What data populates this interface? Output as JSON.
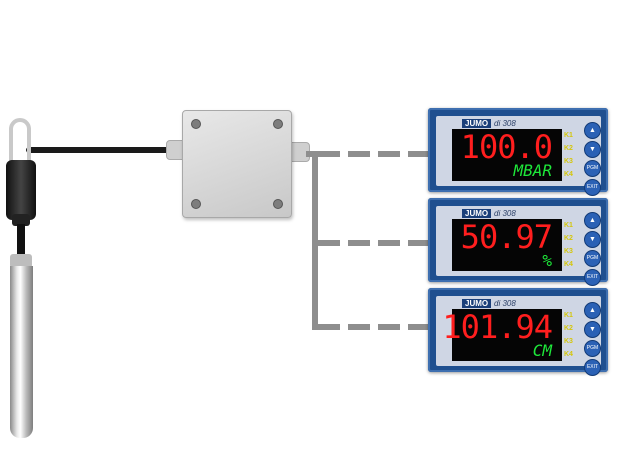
{
  "displays": [
    {
      "brand": "JUMO",
      "model": "di 308",
      "value": "100.0",
      "unit": "MBAR",
      "k_labels": [
        "K1",
        "K2",
        "K3",
        "K4"
      ],
      "button_labels": [
        "▲",
        "▼",
        "PGM",
        "EXIT"
      ]
    },
    {
      "brand": "JUMO",
      "model": "di 308",
      "value": "50.97",
      "unit": "%",
      "k_labels": [
        "K1",
        "K2",
        "K3",
        "K4"
      ],
      "button_labels": [
        "▲",
        "▼",
        "PGM",
        "EXIT"
      ]
    },
    {
      "brand": "JUMO",
      "model": "di 308",
      "value": "101.94",
      "unit": "CM",
      "k_labels": [
        "K1",
        "K2",
        "K3",
        "K4"
      ],
      "button_labels": [
        "▲",
        "▼",
        "PGM",
        "EXIT"
      ]
    }
  ],
  "colors": {
    "panel": "#1f4f8f",
    "value_red": "#ff1e1e",
    "unit_green": "#1ee83a",
    "k_yellow": "#d4c60b"
  },
  "icons": [
    "level-probe-icon",
    "junction-box-icon"
  ]
}
